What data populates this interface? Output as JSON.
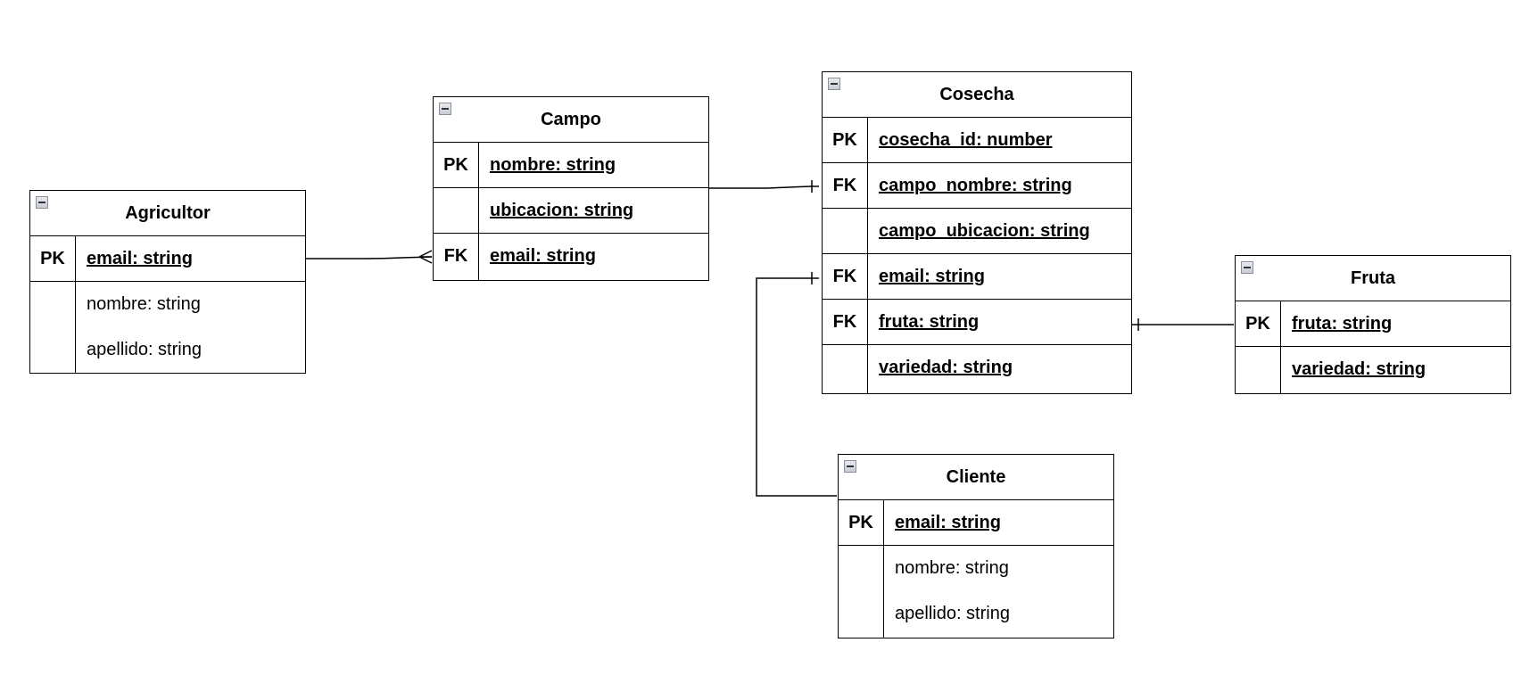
{
  "entities": {
    "agricultor": {
      "title": "Agricultor",
      "rows": [
        {
          "key": "PK",
          "field": "email: string"
        },
        {
          "key": "",
          "field": "nombre: string"
        },
        {
          "key": "",
          "field": "apellido: string"
        }
      ]
    },
    "campo": {
      "title": "Campo",
      "rows": [
        {
          "key": "PK",
          "field": "nombre: string"
        },
        {
          "key": "",
          "field": "ubicacion: string"
        },
        {
          "key": "FK",
          "field": "email: string"
        }
      ]
    },
    "cosecha": {
      "title": "Cosecha",
      "rows": [
        {
          "key": "PK",
          "field": "cosecha_id: number"
        },
        {
          "key": "FK",
          "field": "campo_nombre: string"
        },
        {
          "key": "",
          "field": "campo_ubicacion: string"
        },
        {
          "key": "FK",
          "field": "email: string"
        },
        {
          "key": "FK",
          "field": "fruta: string"
        },
        {
          "key": "",
          "field": "variedad: string"
        }
      ]
    },
    "fruta": {
      "title": "Fruta",
      "rows": [
        {
          "key": "PK",
          "field": "fruta: string"
        },
        {
          "key": "",
          "field": "variedad: string"
        }
      ]
    },
    "cliente": {
      "title": "Cliente",
      "rows": [
        {
          "key": "PK",
          "field": "email: string"
        },
        {
          "key": "",
          "field": "nombre: string"
        },
        {
          "key": "",
          "field": "apellido: string"
        }
      ]
    }
  },
  "relationships": [
    {
      "from": "agricultor",
      "to": "campo",
      "from_end": "none",
      "to_end": "many"
    },
    {
      "from": "campo",
      "to": "cosecha",
      "from_end": "none",
      "to_end": "one"
    },
    {
      "from": "cliente",
      "to": "cosecha",
      "from_end": "none",
      "to_end": "one"
    },
    {
      "from": "fruta",
      "to": "cosecha",
      "from_end": "none",
      "to_end": "one"
    }
  ]
}
